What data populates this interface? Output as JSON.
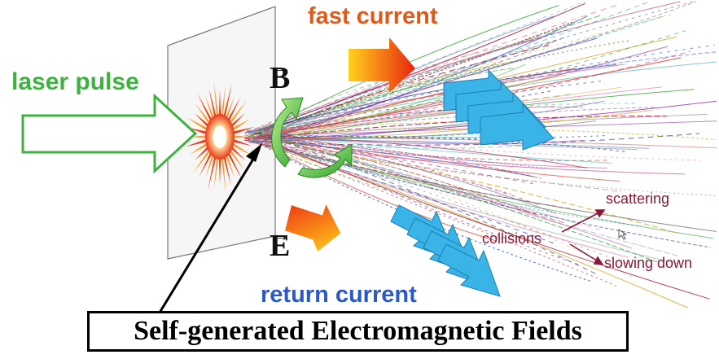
{
  "labels": {
    "laser_pulse": "laser pulse",
    "fast_current": "fast current",
    "return_current": "return current",
    "b_field": "B",
    "e_field": "E",
    "scattering": "scattering",
    "collisions": "collisions",
    "slowing_down": "slowing down",
    "caption": "Self-generated Electromagnetic Fields"
  },
  "colors": {
    "laser": "#3db33f",
    "fast_current": "#e05a1c",
    "return_current": "#2d59c8",
    "blue_arrows": "#3ab4e6",
    "process_labels": "#8b1838",
    "b_field_loop": "#44c23c"
  },
  "icons": [
    "laser-arrow-icon",
    "target-foil-icon",
    "flash-burst-icon",
    "fast-current-arrow-icon",
    "return-current-arrow-icon",
    "b-field-loop-icon",
    "pointer-arrow-icon",
    "mouse-cursor-icon"
  ]
}
